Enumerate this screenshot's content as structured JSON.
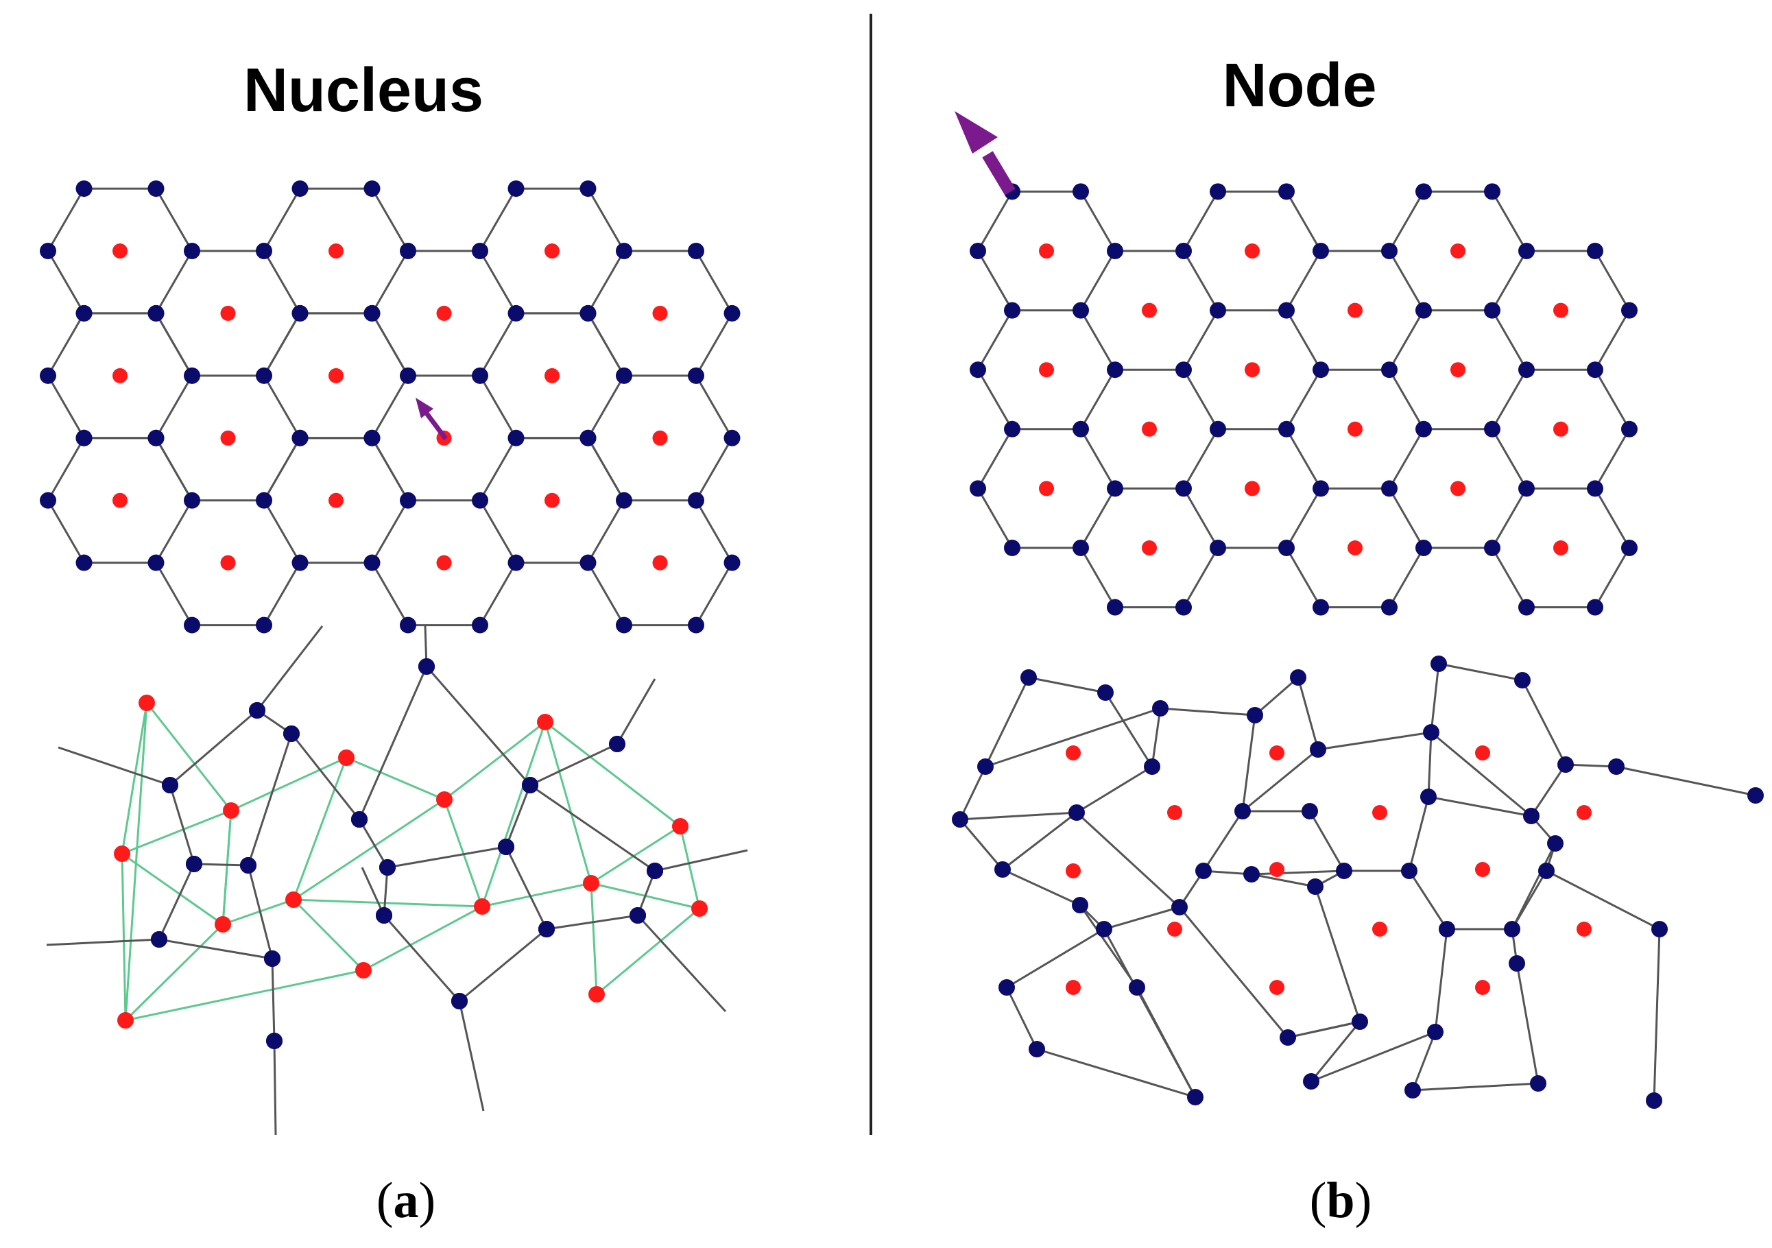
{
  "panels": {
    "a": {
      "title": "Nucleus",
      "caption_open": "(",
      "caption_letter": "a",
      "caption_close": ")"
    },
    "b": {
      "title": "Node",
      "caption_open": "(",
      "caption_letter": "b",
      "caption_close": ")"
    }
  },
  "colors": {
    "node": "#0b0b6b",
    "nucleus": "#ff1a1a",
    "edge": "#555555",
    "delaunay": "#5cc98e",
    "arrow": "#7a1a8c",
    "divider": "#222222"
  }
}
